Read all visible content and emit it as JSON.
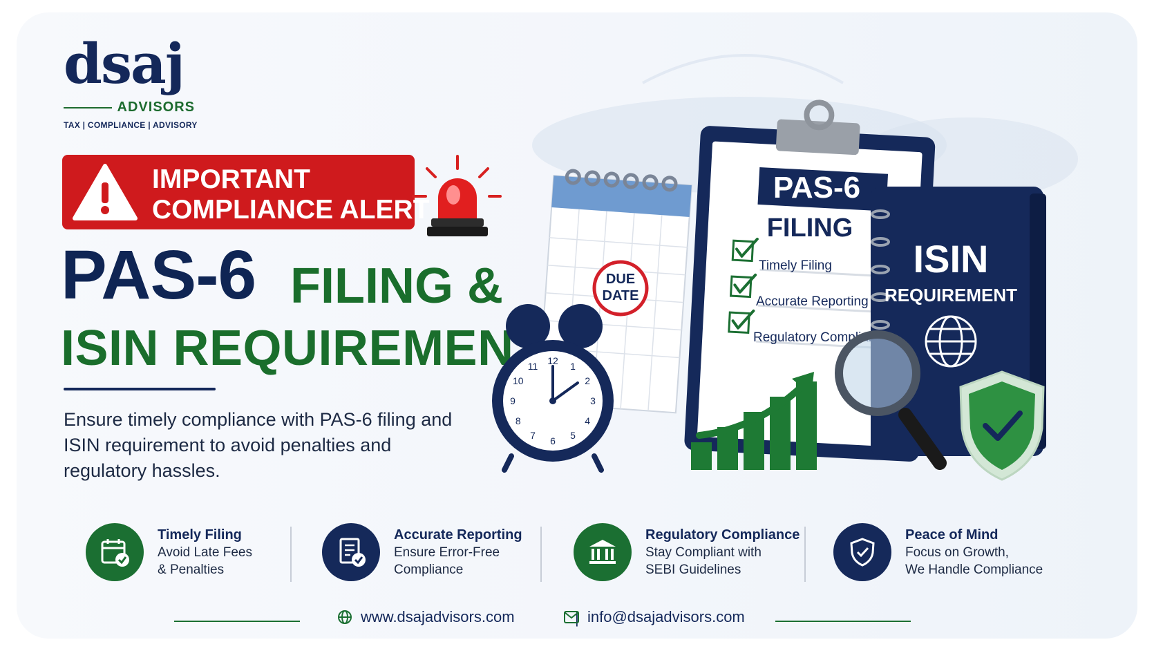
{
  "brand": {
    "name": "dsaj",
    "sub": "ADVISORS",
    "tagline": "TAX | COMPLIANCE | ADVISORY"
  },
  "alert": {
    "line1": "IMPORTANT",
    "line2": "COMPLIANCE ALERT"
  },
  "headline": {
    "part1": "PAS-6",
    "part2": "FILING &",
    "part3": "ISIN REQUIREMENT"
  },
  "description": "Ensure timely compliance with PAS-6 filing and ISIN requirement to avoid penalties and regulatory hassles.",
  "illustration": {
    "calendar_stamp": [
      "DUE",
      "DATE"
    ],
    "clipboard_title1": "PAS-6",
    "clipboard_title2": "FILING",
    "checklist": [
      "Timely Filing",
      "Accurate Reporting",
      "Regulatory Compliance"
    ],
    "book_title": "ISIN",
    "book_subtitle": "REQUIREMENT",
    "clock_numbers": [
      "12",
      "1",
      "2",
      "3",
      "4",
      "5",
      "6",
      "7",
      "8",
      "9",
      "10",
      "11"
    ],
    "chart_bars": [
      1,
      2,
      3,
      4,
      5
    ]
  },
  "features": [
    {
      "title": "Timely Filing",
      "line1": "Avoid Late Fees",
      "line2": "& Penalties",
      "icon": "calendar-check-icon"
    },
    {
      "title": "Accurate Reporting",
      "line1": "Ensure Error-Free",
      "line2": "Compliance",
      "icon": "document-check-icon"
    },
    {
      "title": "Regulatory Compliance",
      "line1": "Stay Compliant with",
      "line2": "SEBI Guidelines",
      "icon": "bank-building-icon"
    },
    {
      "title": "Peace of Mind",
      "line1": "Focus on Growth,",
      "line2": "We Handle Compliance",
      "icon": "shield-check-icon"
    }
  ],
  "footer": {
    "website": "www.dsajadvisors.com",
    "separator": "|",
    "email": "info@dsajadvisors.com"
  },
  "colors": {
    "navy": "#14285a",
    "green": "#1b6f32",
    "red": "#cf1a1d"
  }
}
